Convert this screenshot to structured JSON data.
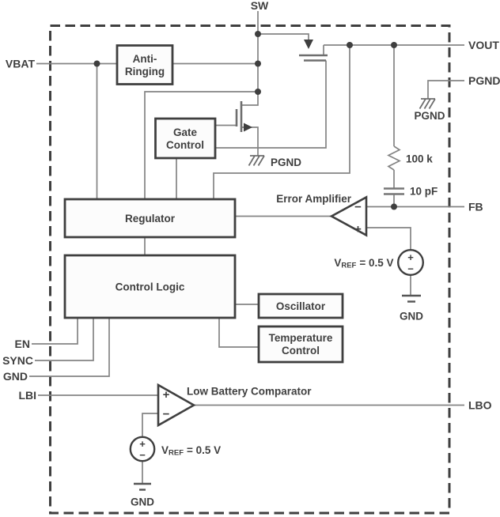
{
  "pins": {
    "sw": "SW",
    "vbat": "VBAT",
    "en": "EN",
    "sync": "SYNC",
    "gnd": "GND",
    "lbi": "LBI",
    "vout": "VOUT",
    "pgnd": "PGND",
    "fb": "FB",
    "lbo": "LBO"
  },
  "blocks": {
    "anti_ringing": {
      "line1": "Anti-",
      "line2": "Ringing"
    },
    "gate_control": {
      "line1": "Gate",
      "line2": "Control"
    },
    "regulator": {
      "label": "Regulator"
    },
    "control_logic": {
      "label": "Control Logic"
    },
    "oscillator": {
      "label": "Oscillator"
    },
    "temperature_control": {
      "line1": "Temperature",
      "line2": "Control"
    }
  },
  "amplifiers": {
    "error_amplifier": {
      "label": "Error Amplifier"
    },
    "low_battery_comparator": {
      "label": "Low Battery Comparator"
    }
  },
  "components": {
    "resistor": {
      "value": "100 k"
    },
    "capacitor": {
      "value": "10 pF"
    },
    "vref_source": {
      "v": "V",
      "sub": "REF",
      "eq": "= 0.5 V"
    }
  },
  "grounds": {
    "pgnd_switch": "PGND",
    "pgnd_right": "PGND",
    "gnd_error_amp": "GND",
    "gnd_comparator": "GND"
  },
  "symbols": {
    "plus": "+",
    "minus": "−"
  },
  "colors": {
    "wire": "#848484",
    "outline": "#3f3f3f",
    "text": "#3f3f3f",
    "dot": "#3f3f3f",
    "background": "#ffffff"
  }
}
